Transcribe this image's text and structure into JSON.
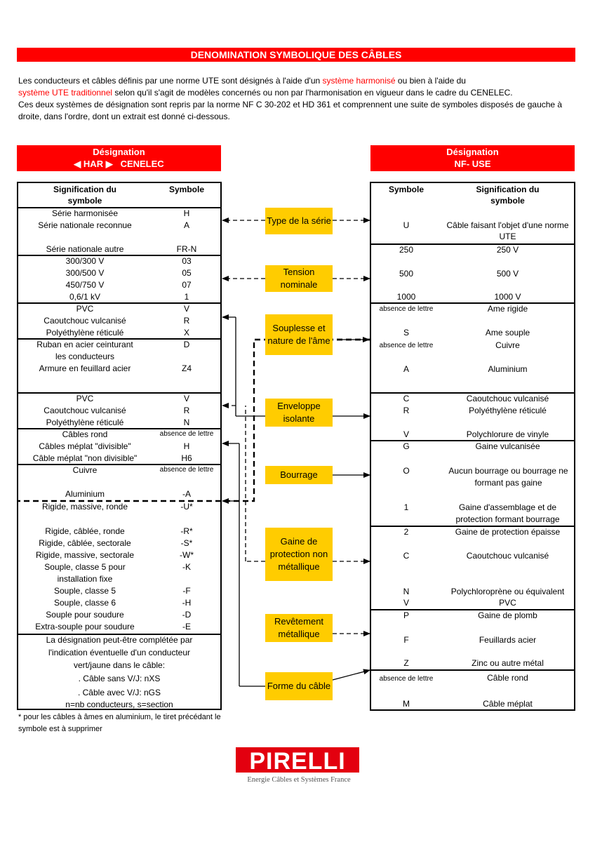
{
  "title": "DENOMINATION SYMBOLIQUE DES CÂBLES",
  "intro": {
    "p1_a": "Les conducteurs et câbles définis par une norme UTE sont désignés à l'aide d'un ",
    "p1_red1": "système harmonisé",
    "p1_b": " ou bien à l'aide du",
    "p1_red2": "système UTE traditionnel",
    "p1_c": " selon qu'il s'agit de modèles concernés ou non par l'harmonisation en vigueur dans le cadre du CENELEC.",
    "p2": "Ces deux systèmes de désignation sont repris par la norme NF C 30-202 et HD 361 et comprennent une suite de symboles disposés de gauche à droite, dans l'ordre, dont un extrait est donné ci-dessous."
  },
  "left_header": {
    "line1": "Désignation",
    "har": "HAR",
    "cenelec": "CENELEC"
  },
  "right_header": {
    "line1": "Désignation",
    "line2": "NF- USE"
  },
  "left_cols": {
    "meaning1": "Signification du",
    "meaning2": "symbole",
    "symbol": "Symbole"
  },
  "right_cols": {
    "symbol": "Symbole",
    "meaning1": "Signification du",
    "meaning2": "symbole"
  },
  "left_rows": [
    {
      "m": "Série harmonisée",
      "s": "H"
    },
    {
      "m": "Série nationale reconnue",
      "s": "A"
    },
    {
      "m": "Série nationale autre",
      "s": "FR-N"
    },
    {
      "m": "300/300 V",
      "s": "03"
    },
    {
      "m": "300/500 V",
      "s": "05"
    },
    {
      "m": "450/750 V",
      "s": "07"
    },
    {
      "m": "0,6/1 kV",
      "s": "1"
    },
    {
      "m": "PVC",
      "s": "V"
    },
    {
      "m": "Caoutchouc vulcanisé",
      "s": "R"
    },
    {
      "m": "Polyéthylène réticulé",
      "s": "X"
    },
    {
      "m": "Ruban en acier ceinturant",
      "s": "D"
    },
    {
      "m": "les conducteurs",
      "s": ""
    },
    {
      "m": "Armure en feuillard acier",
      "s": "Z4"
    },
    {
      "m": "PVC",
      "s": "V"
    },
    {
      "m": "Caoutchouc vulcanisé",
      "s": "R"
    },
    {
      "m": "Polyéthylène réticulé",
      "s": "N"
    },
    {
      "m": "Câbles rond",
      "s": "absence de lettre"
    },
    {
      "m": "Câbles méplat \"divisible\"",
      "s": "H"
    },
    {
      "m": "Câble méplat \"non divisible\"",
      "s": "H6"
    },
    {
      "m": "Cuivre",
      "s": "absence de lettre"
    },
    {
      "m": "Aluminium",
      "s": "-A"
    },
    {
      "m": "Rigide, massive, ronde",
      "s": "-U*"
    },
    {
      "m": "Rigide, câblée, ronde",
      "s": "-R*"
    },
    {
      "m": "Rigide, câblée, sectorale",
      "s": "-S*"
    },
    {
      "m": "Rigide, massive, sectorale",
      "s": "-W*"
    },
    {
      "m": "Souple, classe 5 pour",
      "s": "-K"
    },
    {
      "m": "installation fixe",
      "s": ""
    },
    {
      "m": "Souple, classe 5",
      "s": "-F"
    },
    {
      "m": "Souple, classe 6",
      "s": "-H"
    },
    {
      "m": "Souple pour soudure",
      "s": "-D"
    },
    {
      "m": "Extra-souple pour soudure",
      "s": "-E"
    }
  ],
  "left_footer": [
    "La désignation peut-être complétée par",
    "l'indication éventuelle d'un conducteur",
    "vert/jaune dans le câble:",
    ". Câble sans V/J: nXS",
    ". Câble avec V/J: nGS",
    "n=nb conducteurs, s=section"
  ],
  "categories": [
    "Type de la série",
    "Tension nominale",
    "Souplesse et nature de l'âme",
    "Enveloppe isolante",
    "Bourrage",
    "Gaine de protection non métallique",
    "Revêtement métallique",
    "Forme du câble"
  ],
  "right_rows": [
    {
      "s": "U",
      "m": "Câble faisant l'objet d'une norme UTE"
    },
    {
      "s": "250",
      "m": "250 V"
    },
    {
      "s": "500",
      "m": "500 V"
    },
    {
      "s": "1000",
      "m": "1000 V"
    },
    {
      "s": "absence de lettre",
      "m": "Ame rigide"
    },
    {
      "s": "S",
      "m": "Ame souple"
    },
    {
      "s": "absence de lettre",
      "m": "Cuivre"
    },
    {
      "s": "A",
      "m": "Aluminium"
    },
    {
      "s": "C",
      "m": "Caoutchouc vulcanisé"
    },
    {
      "s": "R",
      "m": "Polyéthylène réticulé"
    },
    {
      "s": "V",
      "m": "Polychlorure de vinyle"
    },
    {
      "s": "G",
      "m": "Gaine vulcanisée"
    },
    {
      "s": "O",
      "m": "Aucun bourrage ou bourrage ne formant pas gaine"
    },
    {
      "s": "1",
      "m": "Gaine d'assemblage et de protection formant bourrage"
    },
    {
      "s": "2",
      "m": "Gaine de protection épaisse"
    },
    {
      "s": "C",
      "m": "Caoutchouc vulcanisé"
    },
    {
      "s": "N",
      "m": "Polychloroprène ou équivalent"
    },
    {
      "s": "V",
      "m": "PVC"
    },
    {
      "s": "P",
      "m": "Gaine de plomb"
    },
    {
      "s": "F",
      "m": "Feuillards acier"
    },
    {
      "s": "Z",
      "m": "Zinc ou autre métal"
    },
    {
      "s": "absence de lettre",
      "m": "Câble rond"
    },
    {
      "s": "M",
      "m": "Câble méplat"
    }
  ],
  "footnote": "* pour les câbles à âmes en aluminium, le tiret précédant le symbole est à supprimer",
  "logo": {
    "brand": "PIRELLI",
    "tagline": "Energie Câbles et Systèmes France"
  },
  "colors": {
    "banner": "#ff0000",
    "category_box": "#ffcc00",
    "text": "#000000"
  }
}
